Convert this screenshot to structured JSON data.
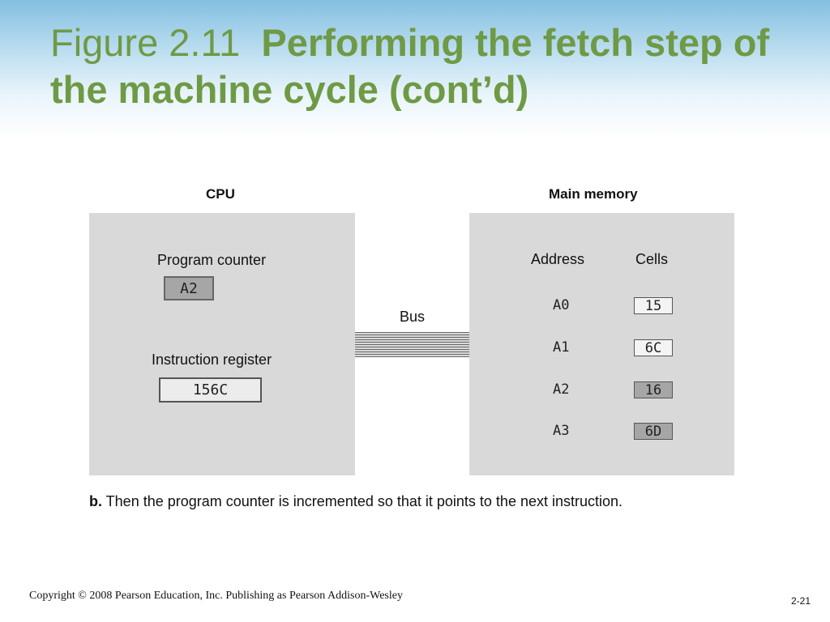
{
  "title": {
    "figure_label": "Figure 2.11",
    "text": "Performing the fetch step of the machine cycle (cont’d)"
  },
  "cpu": {
    "heading": "CPU",
    "program_counter_label": "Program counter",
    "program_counter_value": "A2",
    "instruction_register_label": "Instruction register",
    "instruction_register_value": "156C"
  },
  "bus_label": "Bus",
  "memory": {
    "heading": "Main memory",
    "address_header": "Address",
    "cells_header": "Cells",
    "rows": [
      {
        "address": "A0",
        "cell": "15"
      },
      {
        "address": "A1",
        "cell": "6C"
      },
      {
        "address": "A2",
        "cell": "16"
      },
      {
        "address": "A3",
        "cell": "6D"
      }
    ]
  },
  "caption": {
    "prefix": "b.",
    "text": " Then the program counter is incremented so that it points to the next instruction."
  },
  "footer": {
    "copyright": "Copyright © 2008 Pearson Education, Inc. Publishing as Pearson Addison-Wesley",
    "page_number": "2-21"
  },
  "colors": {
    "title_green": "#6f9a45",
    "panel_grey": "#d9d9d9",
    "highlight_grey": "#a6a6a6"
  }
}
